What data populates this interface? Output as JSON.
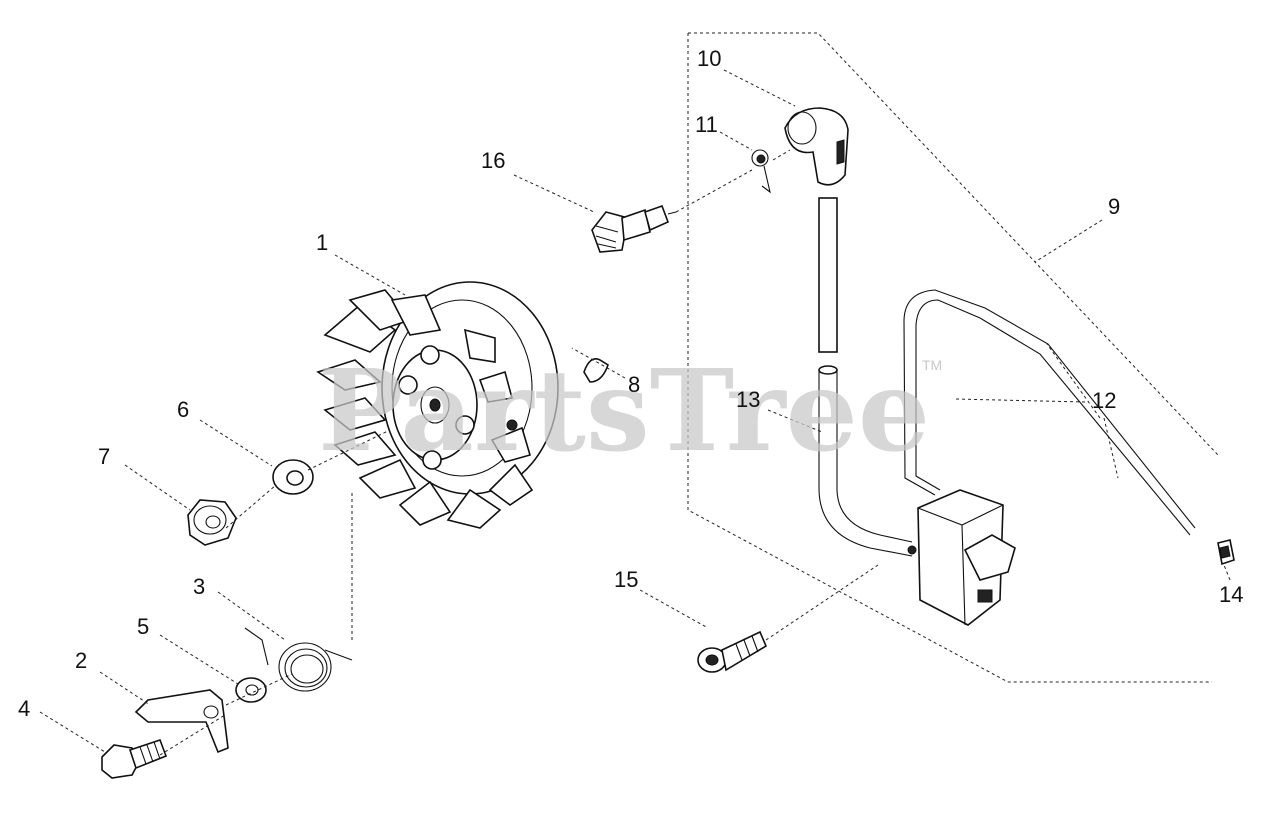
{
  "watermark": {
    "text": "PartsTree",
    "trademark": "TM"
  },
  "callouts": [
    "1",
    "2",
    "3",
    "4",
    "5",
    "6",
    "7",
    "8",
    "9",
    "10",
    "11",
    "12",
    "13",
    "14",
    "15",
    "16"
  ]
}
